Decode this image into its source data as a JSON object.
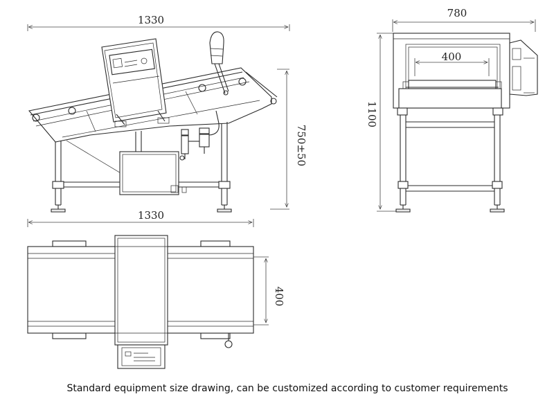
{
  "dimensions": {
    "side_length": "1330",
    "side_height": "750±50",
    "end_width": "780",
    "end_height": "1100",
    "aperture_width": "400",
    "top_length": "1330",
    "top_belt_width": "400"
  },
  "caption": "Standard equipment size drawing, can be customized according to customer requirements"
}
